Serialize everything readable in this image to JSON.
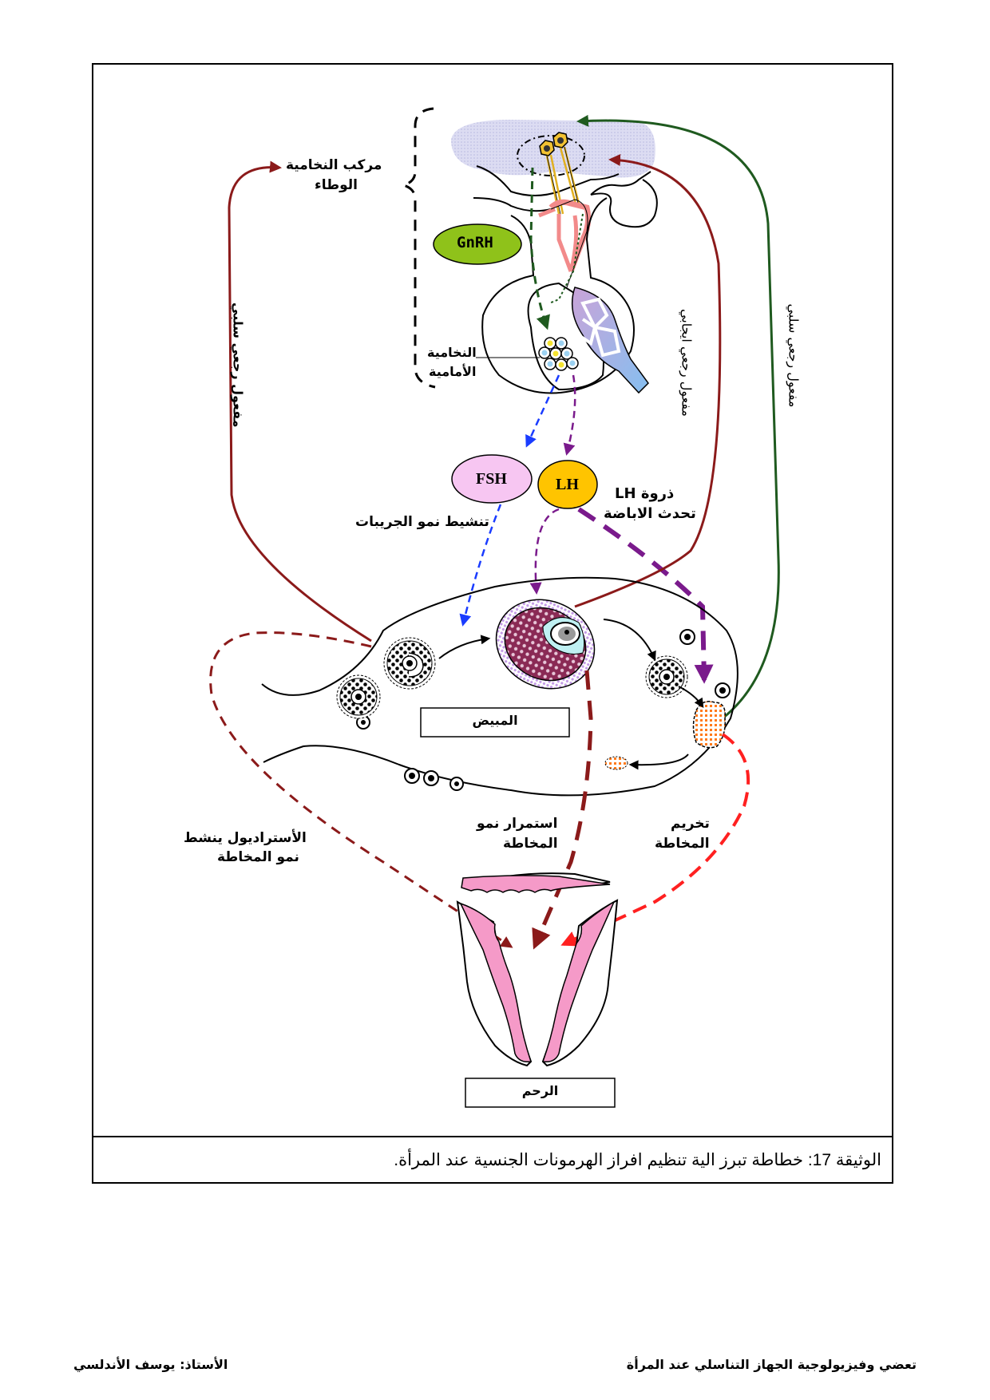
{
  "document": {
    "caption": "الوثيقة 17: خطاطة تبرز الية تنظيم افراز الهرمونات الجنسية عند المرأة.",
    "footer_left": "الأستاذ: يوسف الأندلسي",
    "footer_right": "تعضي وفيزيولوجية الجهاز التناسلي عند المرأة"
  },
  "diagram": {
    "labels": {
      "hypothalamus_pituitary_line1": "مركب النخامية",
      "hypothalamus_pituitary_line2": "الوطاء",
      "anterior_pituitary_line1": "النخامية",
      "anterior_pituitary_line2": "الأمامية",
      "gnrh": "GnRH",
      "fsh": "FSH",
      "lh": "LH",
      "lh_peak_line1": "ذروة LH",
      "lh_peak_line2": "تحدث الاباضة",
      "follicle_growth": "تنشيط نمو الجريبات",
      "negative_feedback_left": "مفعول رجعي سلبي",
      "positive_feedback": "مفعول رجعي ايجابي",
      "negative_feedback_right": "مفعول رجعي سلبي",
      "ovary": "المبيض",
      "uterus": "الرحم",
      "estradiol_line1": "الأستراديول ينشط",
      "estradiol_line2": "نمو المخاطة",
      "continued_growth_line1": "استمرار نمو",
      "continued_growth_line2": "المخاطة",
      "erosion_line1": "تخريم",
      "erosion_line2": "المخاطة"
    },
    "colors": {
      "negative_feedback": "#8b1a1a",
      "positive_feedback": "#8b1a1a",
      "negative_feedback_green": "#1f5a1f",
      "gnrh_fill": "#8fc21a",
      "fsh_fill": "#f7c6f2",
      "lh_fill": "#ffc400",
      "fsh_arrow": "#1a3cff",
      "lh_arrow": "#7a1a8c",
      "estradiol_arrow": "#8b1a1a",
      "progesterone_arrow": "#8b1a1a",
      "erosion_arrow": "#ff2020",
      "endometrium": "#f59ac8",
      "hypothalamus_fill": "#d7d8f2",
      "portal_vessels": "#f28a8a",
      "pituitary_vessels": "#b7a6d9"
    }
  }
}
